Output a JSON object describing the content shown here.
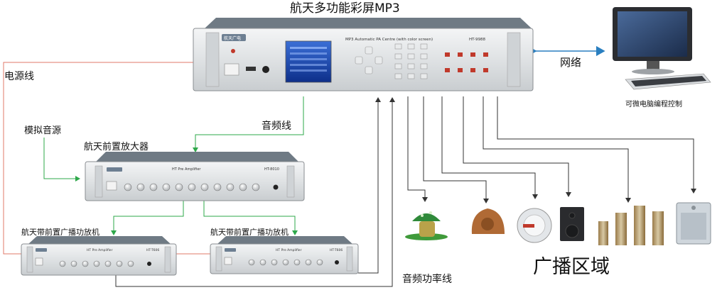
{
  "title": "航天多功能彩屏MP3",
  "labels": {
    "power_line": "电源线",
    "analog_source": "模拟音源",
    "audio_line": "音频线",
    "network": "网络",
    "pc_control": "可微电脑编程控制",
    "preamp_title": "航天前置放大器",
    "amp1_title": "航天带前置广播功放机",
    "amp2_title": "航天带前置广播功放机",
    "audio_power_line": "音频功率线",
    "broadcast_zone": "广播区域"
  },
  "devices": {
    "mp3_panel_text": "MP3 Automatic PA Centre (with color screen)",
    "mp3_model": "HT-9988",
    "mp3_brand": "航天广电",
    "preamp_panel_text": "HT Pre Amplifier",
    "preamp_model": "HT-8010",
    "amp_panel_text": "HT Pre Amplifier",
    "amp_model": "HT-T606"
  },
  "colors": {
    "power_line": "#e07a6a",
    "audio_line": "#2ea84a",
    "signal_line": "#333333",
    "network_arrow": "#2a7fc0"
  }
}
